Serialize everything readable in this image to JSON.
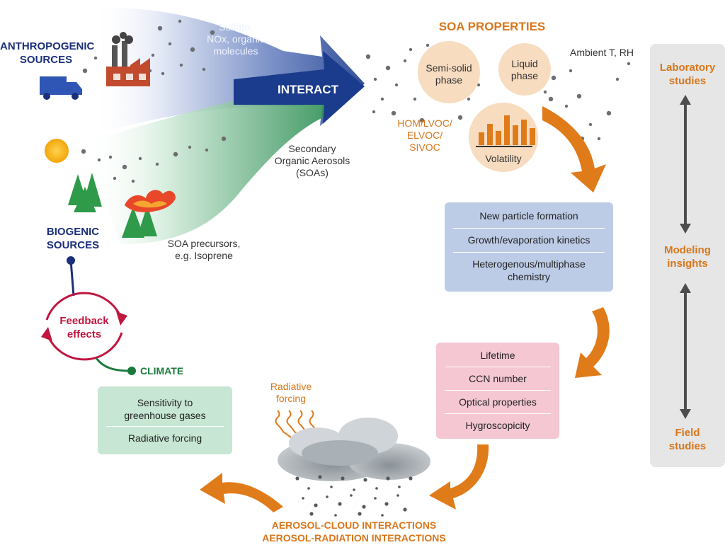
{
  "sources": {
    "anthropogenic": "ANTHROPOGENIC\nSOURCES",
    "anthropogenic_emissions": "Sulfate,\nNOx, organic\nmolecules",
    "interact": "INTERACT",
    "soa": "Secondary\nOrganic Aerosols\n(SOAs)",
    "biogenic": "BIOGENIC\nSOURCES",
    "precursors": "SOA precursors,\ne.g. Isoprene"
  },
  "soa_properties": {
    "title": "SOA PROPERTIES",
    "semi_solid": "Semi-solid\nphase",
    "liquid": "Liquid\nphase",
    "ambient": "Ambient T, RH",
    "hom": "HOM/LVOC/\nELVOC/\nSIVOC",
    "volatility": "Volatility"
  },
  "process_box": {
    "items": [
      "New particle formation",
      "Growth/evaporation kinetics",
      "Heterogenous/multiphase\nchemistry"
    ]
  },
  "impact_box": {
    "items": [
      "Lifetime",
      "CCN number",
      "Optical properties",
      "Hygroscopicity"
    ]
  },
  "climate_box": {
    "items": [
      "Sensitivity to\ngreenhouse gases",
      "Radiative forcing"
    ]
  },
  "feedback": {
    "label": "Feedback\neffects",
    "climate": "CLIMATE"
  },
  "radiative_forcing": "Radiative\nforcing",
  "interactions": {
    "cloud": "AEROSOL-CLOUD INTERACTIONS",
    "radiation": "AEROSOL-RADIATION INTERACTIONS"
  },
  "side_panel": {
    "top": "Laboratory\nstudies",
    "middle": "Modeling\ninsights",
    "bottom": "Field\nstudies"
  },
  "colors": {
    "orange": "#d9761a",
    "navy": "#1b2f7a",
    "crimson": "#c0163f",
    "green": "#1a7a3c",
    "peach": "#f8dcc0",
    "lavender": "#bccbe6",
    "pink": "#f4c7d3",
    "mint": "#c7e6d3",
    "panel_gray": "#e6e6e6"
  }
}
